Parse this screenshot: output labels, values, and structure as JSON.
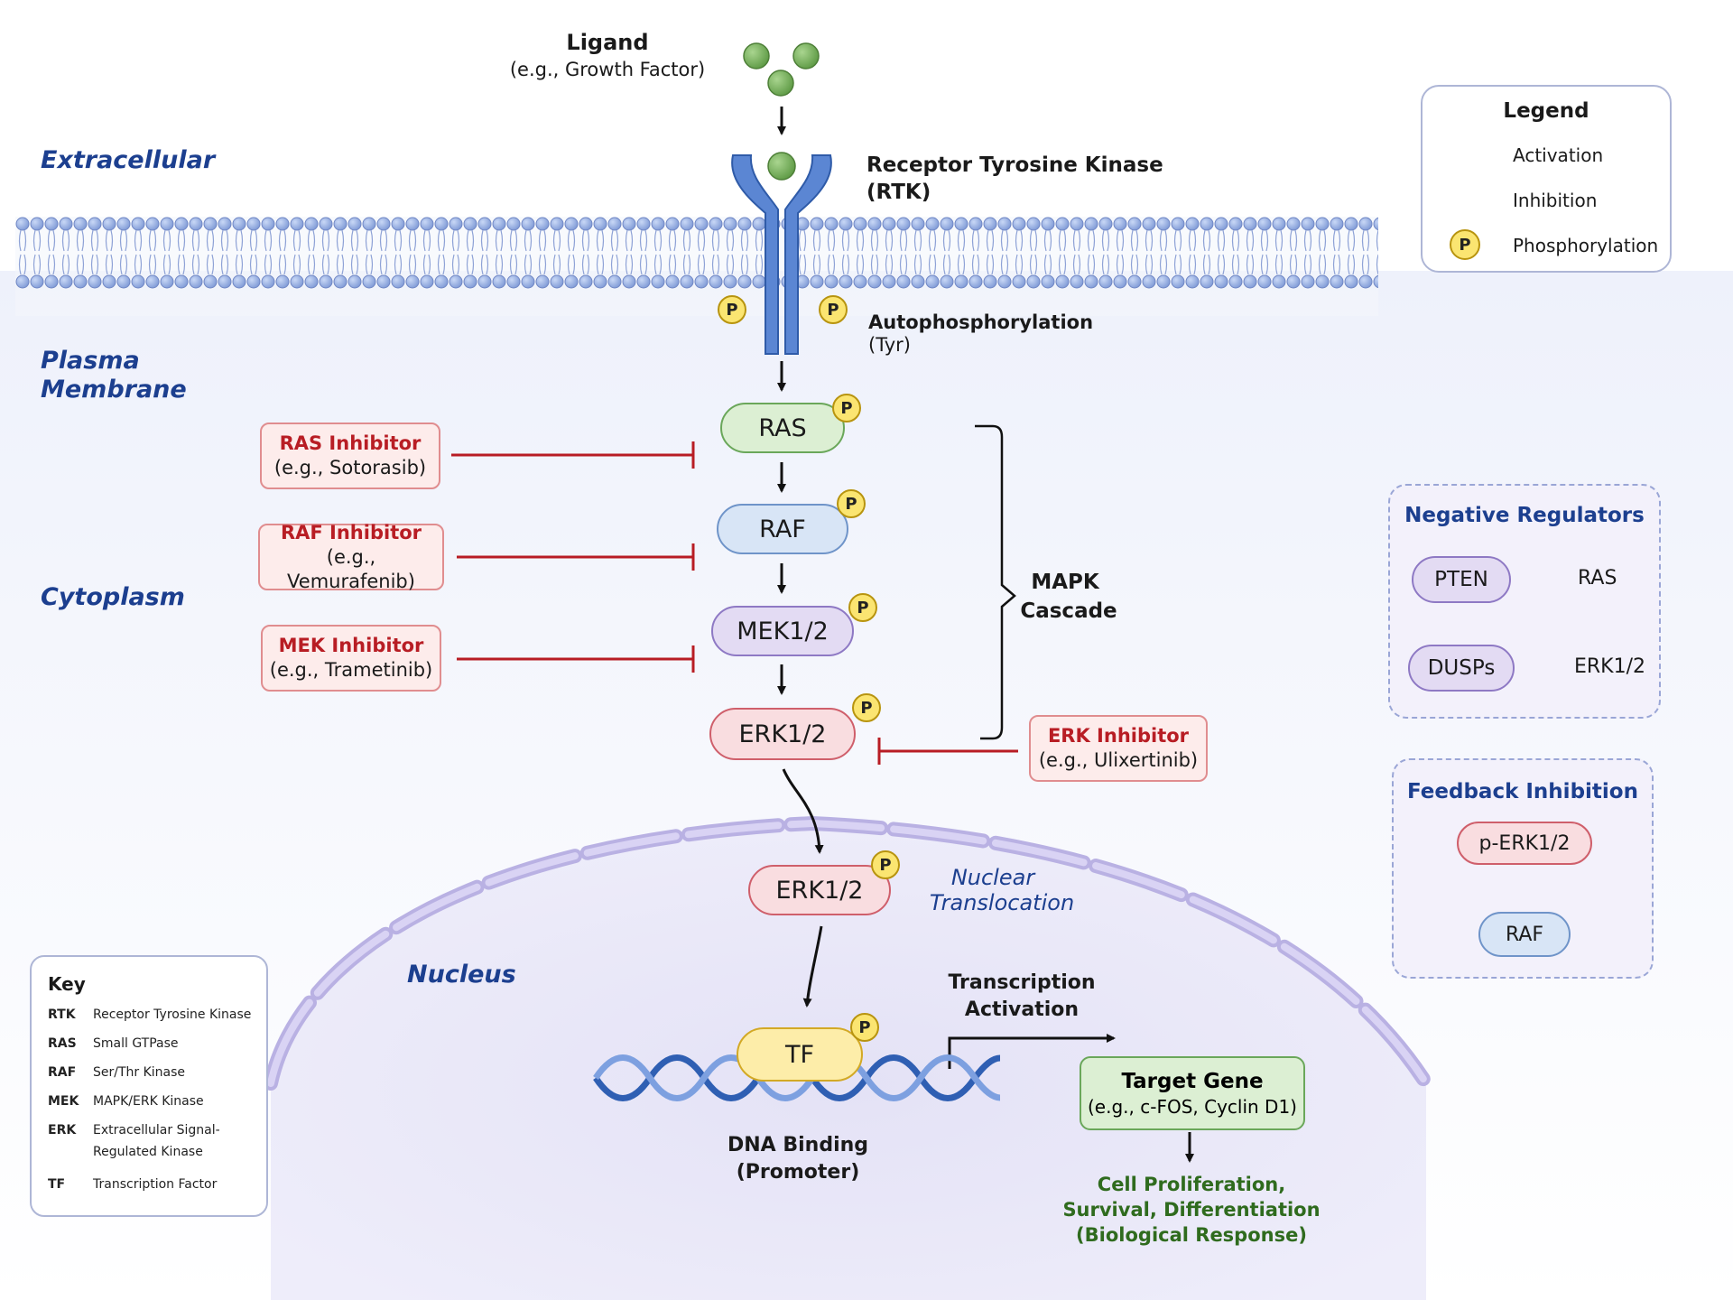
{
  "ligand": {
    "title": "Ligand",
    "subtitle": "(e.g., Growth Factor)"
  },
  "regions": {
    "extracellular": "Extracellular",
    "plasma_membrane_1": "Plasma",
    "plasma_membrane_2": "Membrane",
    "cytoplasm": "Cytoplasm",
    "nucleus": "Nucleus"
  },
  "rtk": {
    "title": "Receptor Tyrosine Kinase",
    "abbr": "(RTK)"
  },
  "autophos": {
    "title": "Autophosphorylation",
    "sub": "(Tyr)"
  },
  "phospho_symbol": "P",
  "nodes": {
    "ras": "RAS",
    "raf": "RAF",
    "mek": "MEK1/2",
    "erk": "ERK1/2",
    "erk_nuclear": "ERK1/2",
    "tf": "TF"
  },
  "inhibitors": [
    {
      "name": "RAS Inhibitor",
      "example": "(e.g., Sotorasib)"
    },
    {
      "name": "RAF Inhibitor",
      "example": "(e.g., Vemurafenib)"
    },
    {
      "name": "MEK Inhibitor",
      "example": "(e.g., Trametinib)"
    },
    {
      "name": "ERK Inhibitor",
      "example": "(e.g., Ulixertinib)"
    }
  ],
  "mapk": {
    "line1": "MAPK",
    "line2": "Cascade"
  },
  "nuclear_translocation": {
    "line1": "Nuclear",
    "line2": "Translocation"
  },
  "transcription": {
    "line1": "Transcription",
    "line2": "Activation"
  },
  "dna": {
    "line1": "DNA Binding",
    "line2": "(Promoter)"
  },
  "target_gene": {
    "title": "Target Gene",
    "sub": "(e.g., c-FOS, Cyclin D1)"
  },
  "response": {
    "line1": "Cell Proliferation,",
    "line2": "Survival, Differentiation",
    "line3": "(Biological Response)"
  },
  "legend": {
    "title": "Legend",
    "activation": "Activation",
    "inhibition": "Inhibition",
    "phosphorylation": "Phosphorylation"
  },
  "negative_regulators": {
    "title": "Negative Regulators",
    "items": [
      {
        "regulator": "PTEN",
        "target": "RAS"
      },
      {
        "regulator": "DUSPs",
        "target": "ERK1/2"
      }
    ]
  },
  "feedback": {
    "title": "Feedback Inhibition",
    "source": "p-ERK1/2",
    "target": "RAF"
  },
  "key": {
    "title": "Key",
    "items": [
      {
        "abbr": "RTK",
        "def": "Receptor Tyrosine Kinase"
      },
      {
        "abbr": "RAS",
        "def": "Small GTPase"
      },
      {
        "abbr": "RAF",
        "def": "Ser/Thr Kinase"
      },
      {
        "abbr": "MEK",
        "def": "MAPK/ERK Kinase"
      },
      {
        "abbr": "ERK",
        "def": "Extracellular Signal-Regulated Kinase"
      },
      {
        "abbr": "TF",
        "def": "Transcription Factor"
      }
    ]
  },
  "colors": {
    "region_text": "#1c3f8f",
    "inhibition_red": "#b81d24",
    "activation_black": "#111111",
    "receptor_blue": "#4f7fd0",
    "ligand_green": "#6ea852"
  }
}
